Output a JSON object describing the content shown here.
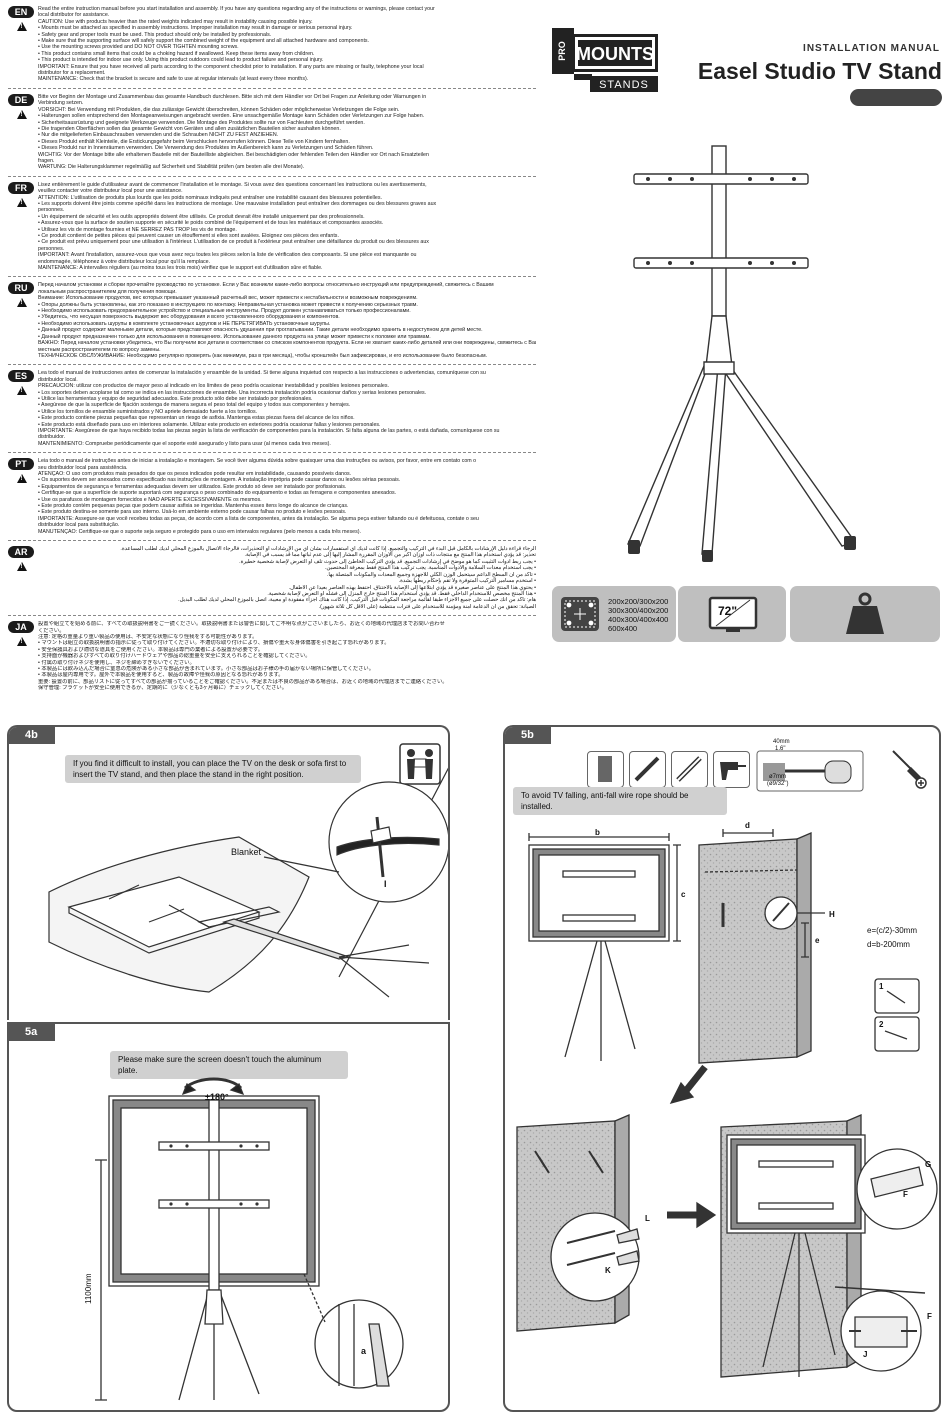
{
  "brand": {
    "logo_top": "PRO",
    "logo_main": "MOUNTS",
    "logo_sub": "STANDS"
  },
  "header": {
    "manual_label": "INSTALLATION MANUAL",
    "product_title": "Easel Studio TV Stand"
  },
  "languages": [
    {
      "code": "EN",
      "lines": [
        "Read the entire instruction manual before you start installation and assembly. If you have any questions regarding any of the instructions or warnings, please contact your",
        "local distributor for assistance.",
        "CAUTION: Use with products heavier than the rated weights indicated may result in instability causing possible injury.",
        "• Mounts must be attached as specified in assembly instructions. Improper installation may result in damage or serious personal injury.",
        "• Safety gear and proper tools must be used. This product should only be installed by professionals.",
        "• Make sure that the supporting surface will safely support the combined weight of the equipment and all attached hardware and components.",
        "• Use the mounting screws provided and DO NOT OVER TIGHTEN mounting screws.",
        "• This product contains small items that could be a choking hazard if swallowed. Keep these items away from children.",
        "• This product is intended for indoor use only. Using this product outdoors could lead to product failure and personal injury.",
        "IMPORTANT: Ensure that you have received all parts according to the component checklist prior to installation. If any parts are missing or faulty, telephone your local",
        "distributor for a replacement.",
        "MAINTENANCE: Check that the bracket is secure and safe to use at regular intervals (at least every three months)."
      ]
    },
    {
      "code": "DE",
      "lines": [
        "Bitte vor Beginn der Montage und Zusammenbau das gesamte Handbuch durchlesen. Bitte sich mit dem Händler vor Ort bei Fragen zur Anleitung oder Warnungen in",
        "Verbindung setzen.",
        "VORSICHT: Bei Verwendung mit Produkten, die das zulässige Gewicht überschreiten, können Schäden oder möglicherweise Verletzungen die Folge sein.",
        "• Halterungen sollen entsprechend den Montageanweisungen angebracht werden. Eine unsachgemäße Montage kann Schäden oder Verletzungen zur Folge haben.",
        "• Sicherheitsausrüstung und geeignete Werkzeuge verwenden. Die Montage des Produktes sollte nur von Fachleuten durchgeführt werden.",
        "• Die tragenden Oberflächen sollen das gesamte Gewicht von Geräten und allen zusätzlichen Bauteilen sicher aushalten können.",
        "• Nur die mitgelieferten Einbauschrauben verwenden und die Schrauben NICHT ZU FEST ANZIEHEN.",
        "• Dieses Produkt enthält Kleinteile, die Erstickungsgefahr beim Verschlucken hervorrufen können. Diese Teile von Kindern fernhalten.",
        "• Dieses Produkt nur in Innenräumen verwenden. Die Verwendung des Produktes im Außenbereich kann zu Verletzungen und Schäden führen.",
        "WICHTIG: Vor der Montage bitte alle erhaltenen Bauteile mit der Bauteilliste abgleichen. Bei beschädigten oder fehlenden Teilen den Händler vor Ort nach Ersatzteilen",
        "fragen.",
        "WARTUNG: Die Halterungsklammer regelmäßig auf Sicherheit und Stabilität prüfen (am besten alle drei Monate)."
      ]
    },
    {
      "code": "FR",
      "lines": [
        "Lisez entièrement le guide d'utilisateur avant de commencer l'installation et le montage. Si vous avez des questions concernant les instructions ou les avertissements,",
        "veuillez contacter votre distributeur local pour une assistance.",
        "ATTENTION: L'utilisation de produits plus lourds que les poids nominaux indiqués peut entraîner une instabilité causant des blessures potentielles.",
        "• Les supports doivent être joints comme spécifié dans les instructions de montage. Une mauvaise installation peut entraîner des dommages ou des blessures graves aux",
        "  personnes.",
        "• Un équipement de sécurité et les outils appropriés doivent être utilisés. Ce produit devrait être installé uniquement par des professionnels.",
        "• Assurez-vous que la surface de soutien supporte en sécurité le poids combiné de l'équipement et de tous les matériaux et composantes associés.",
        "• Utilisez les vis de montage fournies et NE SERREZ PAS TROP les vis de montage.",
        "• Ce produit contient de petites pièces qui peuvent causer un étouffement si elles sont avalées. Éloignez ces pièces des enfants.",
        "• Ce produit est prévu uniquement pour une utilisation à l'intérieur. L'utilisation de ce produit à l'extérieur peut entraîner une défaillance du produit ou des blessures aux",
        "  personnes.",
        "IMPORTANT: Avant l'installation, assurez-vous que vous avez reçu toutes les pièces selon la liste de vérification des composants. Si une pièce est manquante ou",
        "endommagée, téléphonez à votre distributeur local pour qu'il la remplace.",
        "MAINTENANCE: A intervalles réguliers (au moins tous les trois mois) vérifiez que le support est d'utilisation sûre et fiable."
      ]
    },
    {
      "code": "RU",
      "lines": [
        "Перед началом установки и сборки прочитайте руководство по установке. Если у Вас возникли какие-либо вопросы относительно инструкций или предупреждений, свяжитесь с Вашим",
        "локальным распространителем для получения помощи.",
        "Внимание: Использование продуктов, вес которых превышает указанный расчетный вес, может привести к нестабильности и возможным повреждениям.",
        "• Опоры должны быть установлены, как это показано в инструкциях по монтажу. Неправильная установка может привести к получению серьезных травм.",
        "• Необходимо использовать предохранительное устройство и специальные инструменты. Продукт должен устанавливаться только профессионалами.",
        "• Убедитесь, что несущая поверхность выдержит вес оборудования и всего установленного оборудования и компонентов.",
        "• Необходимо использовать шурупы в комплекте установочных шурупов и НЕ ПЕРЕТЯГИВАТЬ установочные шурупы.",
        "• Данный продукт содержит маленькие детали, которые представляют опасность удушения при проглатывании. Такие детали необходимо хранить в недоступном для детей месте.",
        "• Данный продукт предназначен только для использования в помещениях. Использование данного продукта на улице может привести к поломке или травмам.",
        "ВАЖНО: Перед началом установки убедитесь, что Вы получили все детали в соответствии со списком компонентов продукта. Если не хватает каких-либо деталей или они повреждены, свяжитесь с Вашим",
        "местным распространителем по вопросу замены.",
        "ТЕХНИЧЕСКОЕ ОБСЛУЖИВАНИЕ: Необходимо регулярно проверять (как минимум, раз в три месяца), чтобы кронштейн был зафиксирован, и его использование было безопасным."
      ]
    },
    {
      "code": "ES",
      "lines": [
        "Lea todo el manual de instrucciones antes de comenzar la instalación y ensamble de la unidad. Si tiene alguna inquietud con respecto a las instrucciones o advertencias, comuníquese con su",
        "distribuidor local.",
        "PRECAUCIÓN: utilizar con productos de mayor peso al indicado en los límites de peso podría ocasionar inestabilidad y posibles lesiones personales.",
        "• Los soportes deben acoplarse tal como se indica en las instrucciones de ensamble. Una incorrecta instalación podría ocasionar daños y serias lesiones personales.",
        "• Utilice las herramientas y equipo de seguridad adecuados. Este producto sólo debe ser instalado por profesionales.",
        "• Asegúrese de que la superficie de fijación sostenga de manera segura el peso total del equipo y todos sus componentes y herrajes.",
        "• Utilice los tornillos de ensamble suministrados y NO apriete demasiado fuerte a los tornillos.",
        "• Este producto contiene piezas pequeñas que representan un riesgo de asfixia. Mantenga estas piezas fuera del alcance de los niños.",
        "• Este producto está diseñado para uso en interiores solamente. Utilizar este producto en exteriores podría ocasionar fallas y lesiones personales.",
        "IMPORTANTE: Asegúrese de que haya recibido todas las piezas según la lista de verificación de componentes para la instalación. Si falta alguna de las partes, o está dañada, comuníquese con su",
        "distribuidor.",
        "MANTENIMIENTO: Compruebe periódicamente que el soporte esté asegurado y listo para usar (al menos cada tres meses)."
      ]
    },
    {
      "code": "PT",
      "lines": [
        "Leia todo o manual de instruções antes de iniciar a instalação e montagem. Se você tiver alguma dúvida sobre quaisquer uma das instruções ou avisos, por favor, entre em contato com o",
        "seu distribuidor local para assistência.",
        "ATENÇÃO: O uso com produtos mais pesados do que os pesos indicados pode resultar em instabilidade, causando possíveis danos.",
        "• Os suportes devem ser anexados como especificado nas instruções de montagem. A instalação imprópria pode causar danos ou lesões sérias pessoais.",
        "• Equipamentos de segurança e ferramentas adequadas devem ser utilizados. Este produto só deve ser instalado por profissionais.",
        "• Certifique-se que a superfície de suporte suportará com segurança o peso combinado do equipamento e todas as ferragens e componentes anexados.",
        "• Use os parafusos de montagem fornecidos e NÃO APERTE EXCESSIVAMENTE os mesmos.",
        "• Este produto contém pequenas peças que podem causar asfixia se ingeridas. Mantenha esses itens longe do alcance de crianças.",
        "• Este produto destina-se somente para uso interno. Usá-lo em ambiente externo pode causar falhas no produto e lesões pessoais.",
        "IMPORTANTE: Assegure-se que você recebeu todas as peças, de acordo com a lista de componentes, antes da instalação. Se alguma peça estiver faltando ou é defeituosa, contate o seu",
        "distribuidor local para substituição.",
        "MANUTENÇÃO: Certifique-se que o suporte seja seguro e protegido para o uso em intervalos regulares (pelo menos a cada três meses)."
      ]
    },
    {
      "code": "AR",
      "rtl": true,
      "lines": [
        "الرجاء قراءة دليل الإرشادات بالكامل قبل البدء في التركيب والتجميع. إذا كانت لديك أي استفسارات بشأن أي من الإرشادات أو التحذيرات، فالرجاء الاتصال بالموزع المحلي لديك لطلب المساعدة.",
        "تحذير: قد يؤدي استخدام هذا المنتج مع منتجات ذات أوزان أكبر من الأوزان المقررة المشار إليها إلى عدم ثباتها مما قد يسبب في الإصابة.",
        "• يجب ربط أدوات التثبيت كما هو موضح في إرشادات التجميع. قد يؤدي التركيب الخاطئ إلى حدوث تلف أو التعرض لإصابة شخصية خطيرة.",
        "• يجب استخدام معدات السلامة والأدوات المناسبة. يجب تركيب هذا المنتج فقط بمعرفة المختصين.",
        "• تأكد من أن السطح الداعم سيتحمل الوزن الكلي للأجهزة وجميع المعدات والمكونات المتصلة بها.",
        "• استخدم مسامير التركيب المتوفرة ولا تقم بإحكام ربطها بشدة.",
        "• يحتوي هذا المنتج على عناصر صغيرة قد يؤدي ابتلاعها إلى الإصابة بالاختناق. احتفظ بهذه العناصر بعيدا عن الأطفال.",
        "• هذا المنتج مخصص للاستخدام الداخلي فقط. قد يؤدي استخدام هذا المنتج خارج المنزل إلى فشله أو التعرض لإصابة شخصية.",
        "هام: تأكد من أنك حصلت على جميع الأجزاء طبقا لقائمة مراجعة المكونات قبل التركيب. إذا كانت هناك أجزاء مفقودة أو معيبة، اتصل بالموزع المحلي لديك لطلب البديل.",
        "الصيانة: تحقق من أن الدعامة آمنة ومؤمنة للاستخدام على فترات منتظمة (على الأقل كل ثلاثة شهور)."
      ]
    },
    {
      "code": "JA",
      "lines": [
        "設置や組立てを始める前に、すべての取扱説明書をご一読ください。取扱説明書または警告に関してご不明な点がございましたら、お近くの地域の代理店までお問い合わせ",
        "ください。",
        "注意: 定格の重量より重い製品の使用は、不安定な状態になり怪我をする可能性があります。",
        "• マウントは組立の取扱説明書の指示に従って取り付けてください。不適切な取り付けにより、損傷や重大な身体傷害を引き起こす恐れがあります。",
        "• 安全保護具および適切な道具をご使用ください。本製品は専門の業者による設置が必要です。",
        "• 支持面が機器およびすべての取り付けハードウェアや部品の総重量を安全に支えられることを確認してください。",
        "• 付属の取り付けネジを使用し、ネジを締めすぎないでください。",
        "• 本製品には飲み込んだ場合に窒息の危険がある小さな部品が含まれています。小さな部品はお子様の手の届かない場所に保管してください。",
        "• 本製品は屋内専用です。屋外で本製品を使用すると、製品の故障や怪我の原因となる恐れがあります。",
        "重要: 設置の前に、部品リストに従ってすべての部品が揃っていることをご確認ください。不足または不良の部品がある場合は、お近くの地域の代理店までご連絡ください。",
        "保守管理: ブラケットが安全に使用できるか、定期的に（少なくとも3ヶ月毎に）チェックしてください。"
      ]
    }
  ],
  "specs": {
    "vesa": [
      "200x200/300x200",
      "300x300/400x200",
      "400x300/400x400",
      "600x400"
    ],
    "max_size": "72\"",
    "icons": [
      "vesa-pattern-icon",
      "tv-size-icon",
      "weight-capacity-icon"
    ]
  },
  "steps": {
    "s4b": {
      "tag": "4b",
      "note_line1": "If you find it difficult to install, you can place the TV on the desk or sofa first to",
      "note_line2": "insert the TV stand, and then place the stand in the right position.",
      "blanket_label": "Blanket",
      "part_i": "I"
    },
    "s5a": {
      "tag": "5a",
      "note": "Please make sure the screen doesn't touch the aluminum plate.",
      "rotation_label": "±180°",
      "height_label": "1100mm",
      "part_a": "a"
    },
    "s5b": {
      "tag": "5b",
      "note": "To avoid TV falling, anti-fall wire rope should be installed.",
      "dims": {
        "b": "b",
        "c": "c",
        "d": "d",
        "e": "e"
      },
      "formula_e": "e=(c/2)-30mm",
      "formula_d": "d=b-200mm",
      "drill_depth": "40mm",
      "drill_depth2": "1.6\"",
      "drill_dia": "ø7mm",
      "drill_dia2": "(ø9/32\")",
      "parts": {
        "H": "H",
        "K": "K",
        "L": "L",
        "G": "G",
        "F": "F",
        "F2": "F",
        "J": "J"
      },
      "sub1": "1",
      "sub2": "2"
    }
  }
}
